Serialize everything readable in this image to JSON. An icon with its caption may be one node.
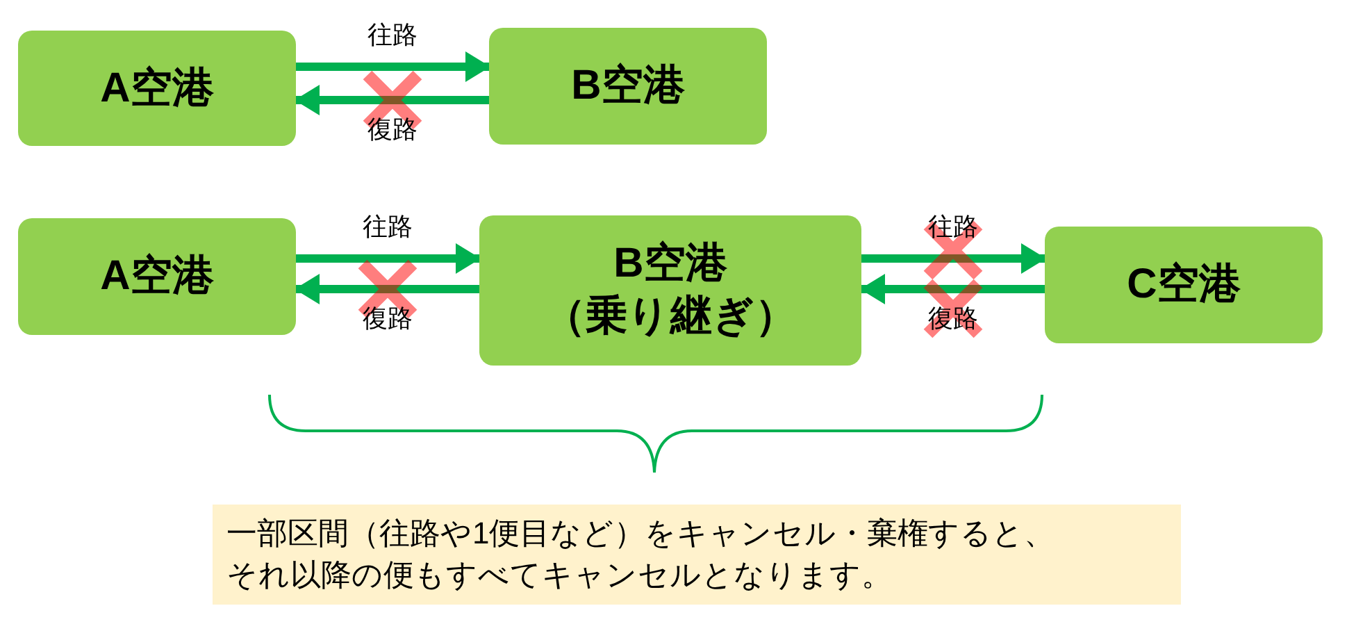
{
  "diagram": {
    "nodes": [
      {
        "text": [
          "A空港"
        ]
      },
      {
        "text": [
          "B空港"
        ]
      },
      {
        "text": [
          "A空港"
        ]
      },
      {
        "text": [
          "B空港",
          "（乗り継ぎ）"
        ]
      },
      {
        "text": [
          "C空港"
        ]
      },
      {
        "text": [
          "一部区間（往路や1便目など）をキャンセル・棄権すると、それ以降の便もすべてキャンセルとなります。"
        ]
      }
    ],
    "edges": [
      {
        "from": 0,
        "to": 1,
        "arrow": "to",
        "label": "往路"
      },
      {
        "from": 1,
        "to": 0,
        "arrow": "to",
        "label": "復路"
      },
      {
        "from": 2,
        "to": 3,
        "arrow": "to",
        "label": "往路"
      },
      {
        "from": 3,
        "to": 2,
        "arrow": "to",
        "label": "復路"
      },
      {
        "from": 3,
        "to": 4,
        "arrow": "to",
        "label": "往路"
      },
      {
        "from": 4,
        "to": 3,
        "arrow": "to",
        "label": "復路"
      }
    ]
  }
}
